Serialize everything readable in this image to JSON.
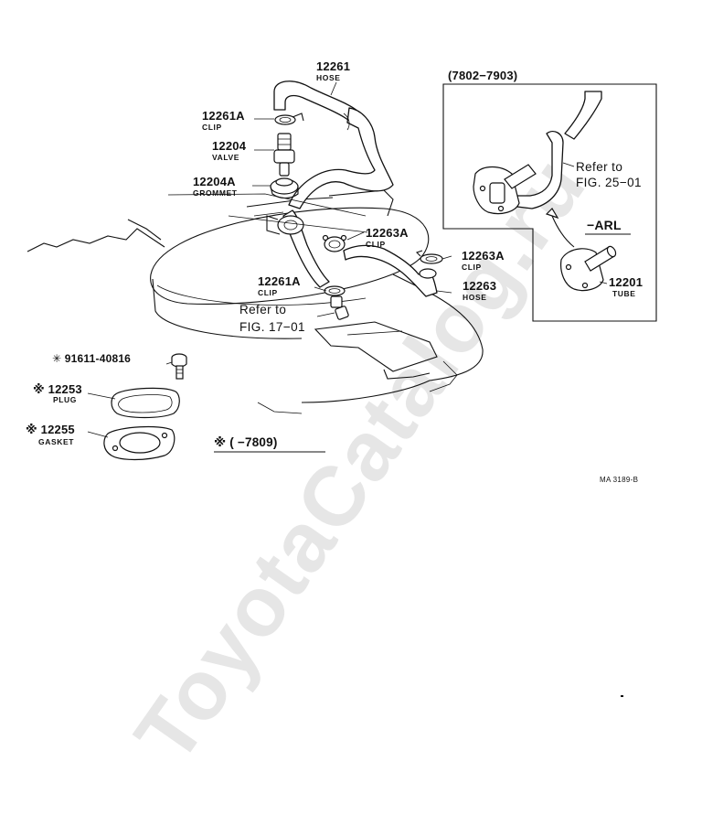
{
  "watermark": "ToyotaCatalog.ru",
  "figure_id": "MA 3189-B",
  "inset": {
    "range": "(7802−7903)",
    "refer_line1": "Refer to",
    "refer_line2": "FIG. 25−01",
    "variant": "−ARL",
    "tube_number": "12201",
    "tube_name": "TUBE"
  },
  "callouts": {
    "hose_top_number": "12261",
    "hose_top_name": "HOSE",
    "clip_top_number": "12261A",
    "clip_top_name": "CLIP",
    "valve_number": "12204",
    "valve_name": "VALVE",
    "grommet_number": "12204A",
    "grommet_name": "GROMMET",
    "clip_mid_number": "12263A",
    "clip_mid_name": "CLIP",
    "clip_right_number": "12263A",
    "clip_right_name": "CLIP",
    "clip_low_number": "12261A",
    "clip_low_name": "CLIP",
    "hose_low_number": "12263",
    "hose_low_name": "HOSE",
    "refer_line1": "Refer to",
    "refer_line2": "FIG. 17−01",
    "bolt_number": "✳ 91611-40816",
    "plug_number": "※ 12253",
    "plug_name": "PLUG",
    "gasket_number": "※ 12255",
    "gasket_name": "GASKET"
  },
  "footnote": "※ (     −7809)"
}
